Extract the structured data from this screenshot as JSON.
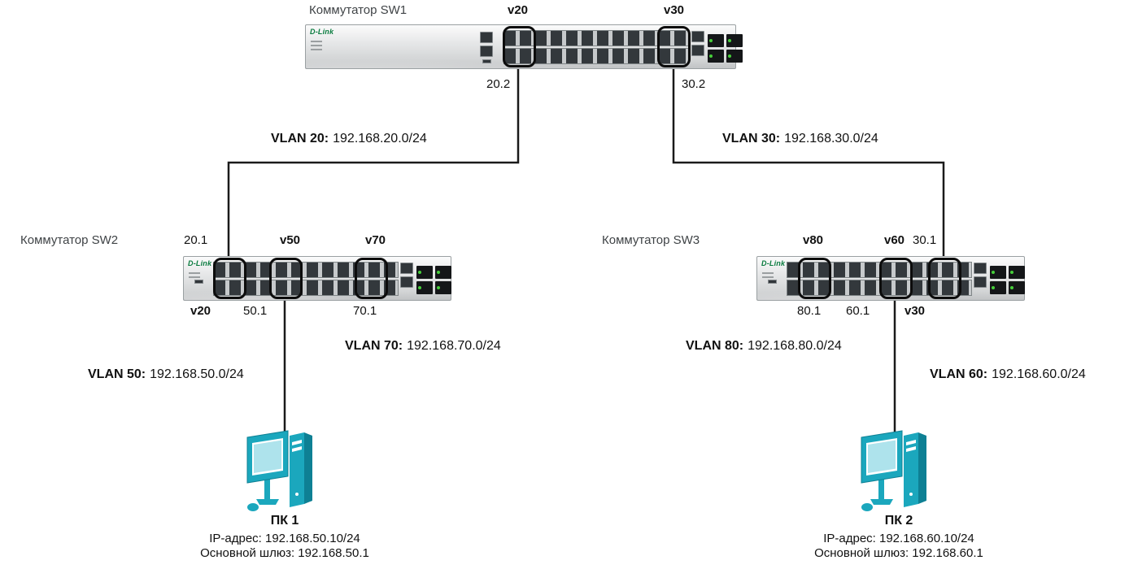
{
  "switches": [
    {
      "title": "Коммутатор SW1",
      "brand": "D-Link",
      "port_labels_top": [
        "v20",
        "v30"
      ],
      "port_labels_bottom": [
        "20.2",
        "30.2"
      ]
    },
    {
      "title": "Коммутатор SW2",
      "brand": "D-Link",
      "port_labels_top": [
        "20.1",
        "v50",
        "v70"
      ],
      "port_labels_bottom": [
        "v20",
        "50.1",
        "70.1"
      ]
    },
    {
      "title": "Коммутатор SW3",
      "brand": "D-Link",
      "port_labels_top": [
        "v80",
        "v60",
        "30.1"
      ],
      "port_labels_bottom": [
        "80.1",
        "60.1",
        "v30"
      ]
    }
  ],
  "vlans": [
    {
      "name": "VLAN 20:",
      "subnet": "192.168.20.0/24"
    },
    {
      "name": "VLAN 30:",
      "subnet": "192.168.30.0/24"
    },
    {
      "name": "VLAN 50:",
      "subnet": "192.168.50.0/24"
    },
    {
      "name": "VLAN 60:",
      "subnet": "192.168.60.0/24"
    },
    {
      "name": "VLAN 70:",
      "subnet": "192.168.70.0/24"
    },
    {
      "name": "VLAN 80:",
      "subnet": "192.168.80.0/24"
    }
  ],
  "pcs": [
    {
      "name": "ПК 1",
      "ip": "IP-адрес: 192.168.50.10/24",
      "gateway": "Основной шлюз: 192.168.50.1"
    },
    {
      "name": "ПК 2",
      "ip": "IP-адрес: 192.168.60.10/24",
      "gateway": "Основной шлюз: 192.168.60.1"
    }
  ],
  "colors": {
    "pc": "#1ba7bd",
    "link": "#1a1a1a",
    "led": "#46cf3a"
  }
}
